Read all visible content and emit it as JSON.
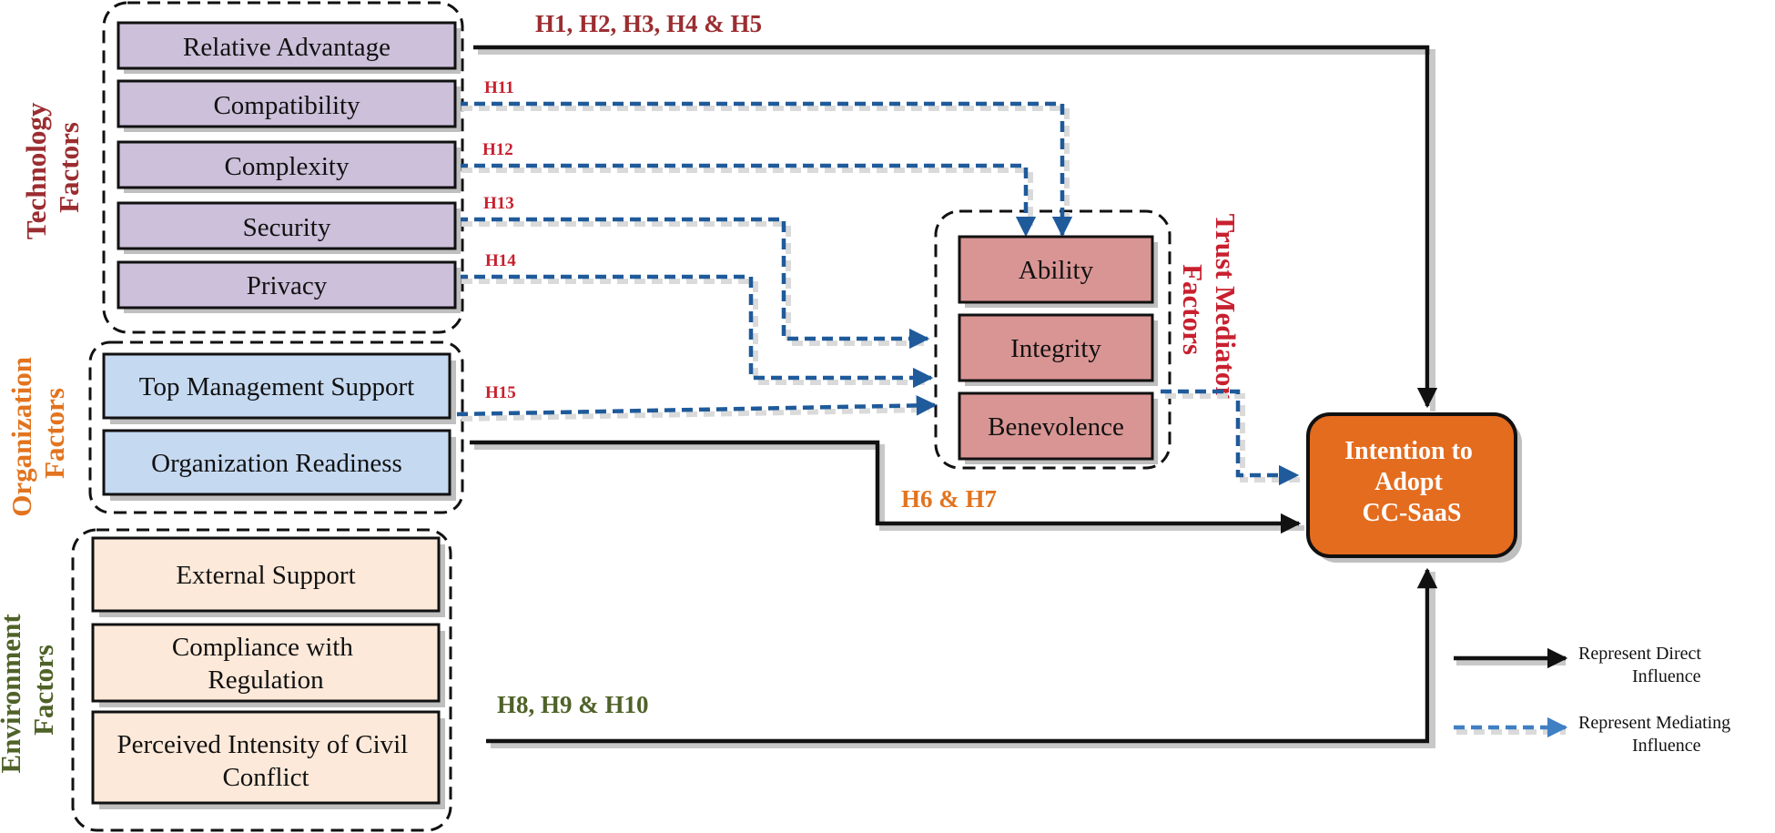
{
  "groups": {
    "technology": {
      "label_lines": [
        "Technology",
        "Factors"
      ],
      "color": "#9b2d30"
    },
    "organization": {
      "label_lines": [
        "Organization",
        "Factors"
      ],
      "color": "#e2741f"
    },
    "environment": {
      "label_lines": [
        "Environment",
        "Factors"
      ],
      "color": "#4f6228"
    },
    "trust": {
      "label_lines": [
        "Trust Mediator",
        "Factors"
      ],
      "color": "#c8202f"
    }
  },
  "technology_items": [
    "Relative Advantage",
    "Compatibility",
    "Complexity",
    "Security",
    "Privacy"
  ],
  "organization_items": [
    "Top Management Support",
    "Organization Readiness"
  ],
  "environment_items": [
    [
      "External Support"
    ],
    [
      "Compliance with",
      "Regulation"
    ],
    [
      "Perceived Intensity of Civil",
      "Conflict"
    ]
  ],
  "trust_items": [
    "Ability",
    "Integrity",
    "Benevolence"
  ],
  "outcome": {
    "lines": [
      "Intention to",
      "Adopt",
      "CC-SaaS"
    ]
  },
  "hypotheses": {
    "h1_5": "H1, H2, H3, H4 & H5",
    "h6_7": "H6 & H7",
    "h8_10": "H8, H9 & H10",
    "h11": "H11",
    "h12": "H12",
    "h13": "H13",
    "h14": "H14",
    "h15": "H15"
  },
  "legend": {
    "direct": [
      "Represent Direct",
      "Influence"
    ],
    "mediating": [
      "Represent Mediating",
      "Influence"
    ]
  },
  "colors": {
    "tech_fill": "#ccc0da",
    "org_fill": "#c5d9f1",
    "env_fill": "#fde9d9",
    "trust_fill": "#d99594",
    "outcome_fill": "#e46c1f",
    "direct_line": "#111111",
    "mediating_line": "#1f5a9a",
    "h1_5_color": "#9b2d30",
    "h11_15_color": "#c8202f",
    "h6_7_color": "#e2741f",
    "h8_10_color": "#4f6228"
  }
}
